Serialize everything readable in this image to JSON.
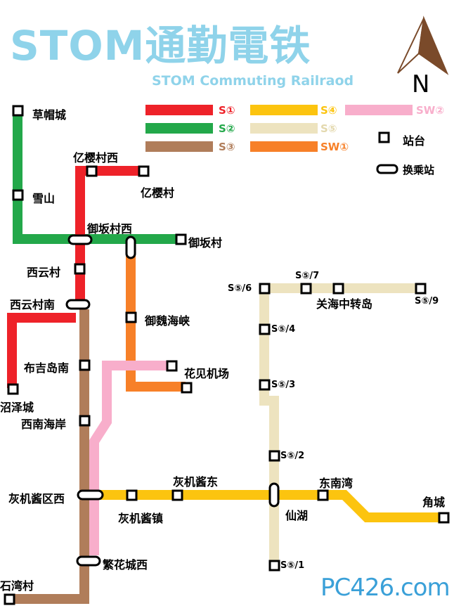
{
  "title": "STOM通勤電铁",
  "subtitle": "STOM Commuting Railraod",
  "north_label": "N",
  "watermark": "PC426.com",
  "colors": {
    "S1": "#ee2229",
    "S2": "#23a84a",
    "S3": "#b07d5a",
    "S4": "#fcc40f",
    "S5": "#ede3bf",
    "SW1": "#f78028",
    "SW2": "#f8aecb"
  },
  "legend": {
    "lines": [
      {
        "code": "S①",
        "color": "#ee2229"
      },
      {
        "code": "S②",
        "color": "#23a84a"
      },
      {
        "code": "S③",
        "color": "#b07d5a"
      },
      {
        "code": "S④",
        "color": "#fcc40f"
      },
      {
        "code": "S⑤",
        "color": "#ede3bf"
      },
      {
        "code": "SW①",
        "color": "#f78028"
      },
      {
        "code": "SW②",
        "color": "#f8aecb"
      }
    ],
    "station": "站台",
    "interchange": "换乘站"
  },
  "stations": {
    "caomaocheng": "草帽城",
    "xueshan": "雪山",
    "yiyingcunxi": "亿樱村西",
    "yiyingcun": "亿樱村",
    "yubancunxi": "御坂村西",
    "yubancun": "御坂村",
    "xiyuncun": "西云村",
    "xiyuncunnan": "西云村南",
    "yuweihaixia": "御魏海峡",
    "bujidaonan": "布吉岛南",
    "huajianjichang": "花见机场",
    "zhaozecheng": "沼泽城",
    "xinanhaian": "西南海岸",
    "huijijiangquxi": "灰机酱区西",
    "huijijiangzhen": "灰机酱镇",
    "huijijiangdong": "灰机酱东",
    "xianhu": "仙湖",
    "dongnanwan": "东南湾",
    "jiaocheng": "角城",
    "fanhuachengxi": "繁花城西",
    "shiwancun": "石湾村",
    "guanhai": "关海中转岛",
    "s5_1": "S⑤/1",
    "s5_2": "S⑤/2",
    "s5_3": "S⑤/3",
    "s5_4": "S⑤/4",
    "s5_6": "S⑤/6",
    "s5_7": "S⑤/7",
    "s5_9": "S⑤/9"
  }
}
